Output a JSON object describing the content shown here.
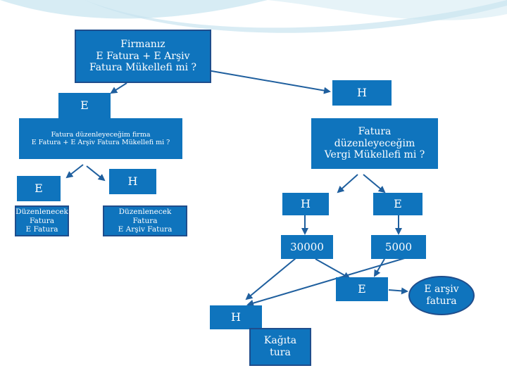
{
  "colors": {
    "node_fill": "#0f74bd",
    "node_border": "#1f4d8c",
    "connector": "#1f5f9e",
    "swoosh": "#c9e4ef"
  },
  "nodes": {
    "root_question": [
      "Firmanız",
      "E Fatura + E Arşiv",
      "Fatura Mükellefi mi ?"
    ],
    "root_yes": "E",
    "root_no": "H",
    "recipient_question": [
      "Fatura düzenleyeceğim firma",
      "E Fatura + E Arşiv Fatura Mükellefi mi ?"
    ],
    "tax_question": [
      "Fatura",
      "düzenleyeceğim",
      "Vergi Mükellefi mi ?"
    ],
    "recipient_yes": "E",
    "recipient_no": "H",
    "efatura_result": [
      "Düzenlenecek",
      "Fatura",
      "E Fatura"
    ],
    "earsiv_result": [
      "Düzenlenecek",
      "Fatura",
      "E Arşiv Fatura"
    ],
    "tax_no": "H",
    "tax_yes": "E",
    "limit_30000": "30000",
    "limit_5000": "5000",
    "over_limit_yes": "E",
    "over_limit_no": "H",
    "earsiv_invoice": [
      "E arşiv",
      "fatura"
    ],
    "paper_invoice": [
      "Kağıta",
      "tura"
    ]
  }
}
